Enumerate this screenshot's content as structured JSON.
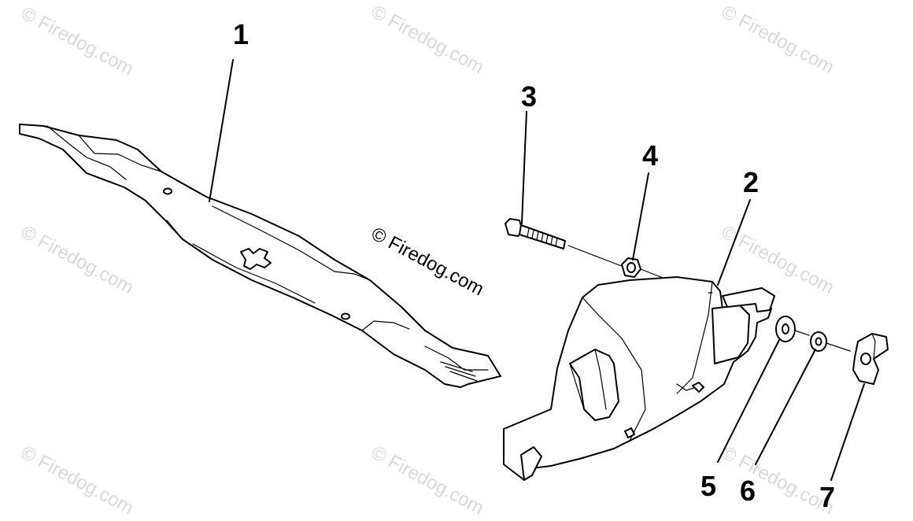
{
  "callouts": {
    "c1": "1",
    "c2": "2",
    "c3": "3",
    "c4": "4",
    "c5": "5",
    "c6": "6",
    "c7": "7"
  },
  "watermark": {
    "repeat_text": "© Firedog.com",
    "center_text": "© Firedog.com"
  },
  "icons": {
    "blade": "mower-blade-icon",
    "deflector": "deflector-icon",
    "bolt": "bolt-icon",
    "nut": "nut-icon",
    "washer": "washer-icon",
    "lock_washer": "lock-washer-icon",
    "wing_nut": "wing-nut-icon"
  }
}
